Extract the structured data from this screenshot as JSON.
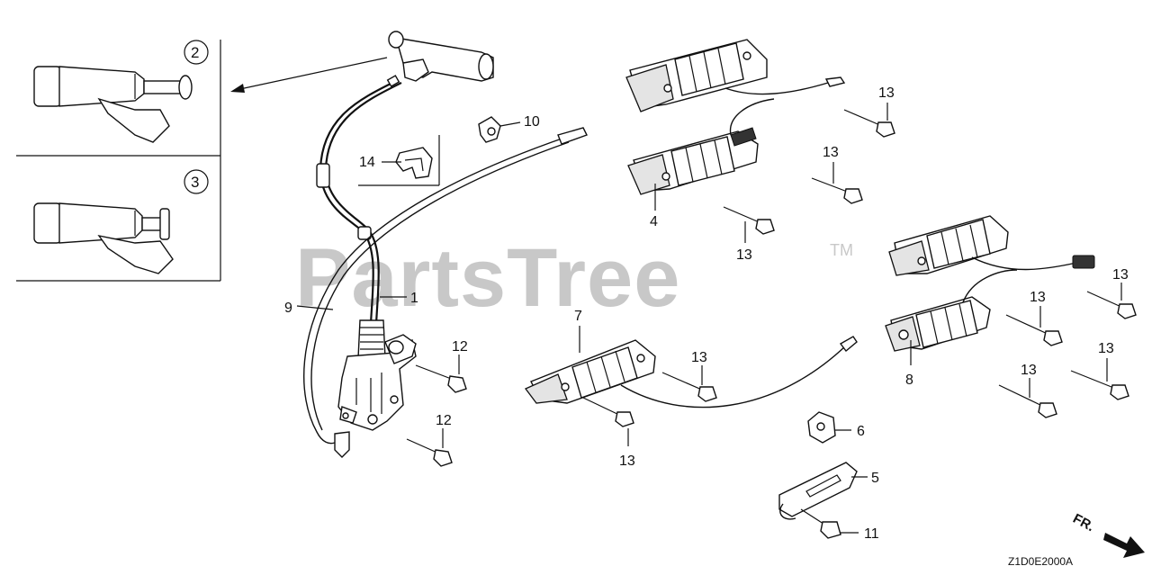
{
  "diagram": {
    "watermark": "PartsTree",
    "trademark": "TM",
    "drawing_code": "Z1D0E2000A",
    "direction_label": "FR.",
    "inset_labels": [
      "2",
      "3"
    ],
    "callouts": {
      "c1": "1",
      "c4": "4",
      "c5": "5",
      "c6": "6",
      "c7": "7",
      "c8": "8",
      "c9": "9",
      "c10": "10",
      "c11": "11",
      "c12a": "12",
      "c12b": "12",
      "c13": "13",
      "c14": "14"
    }
  }
}
